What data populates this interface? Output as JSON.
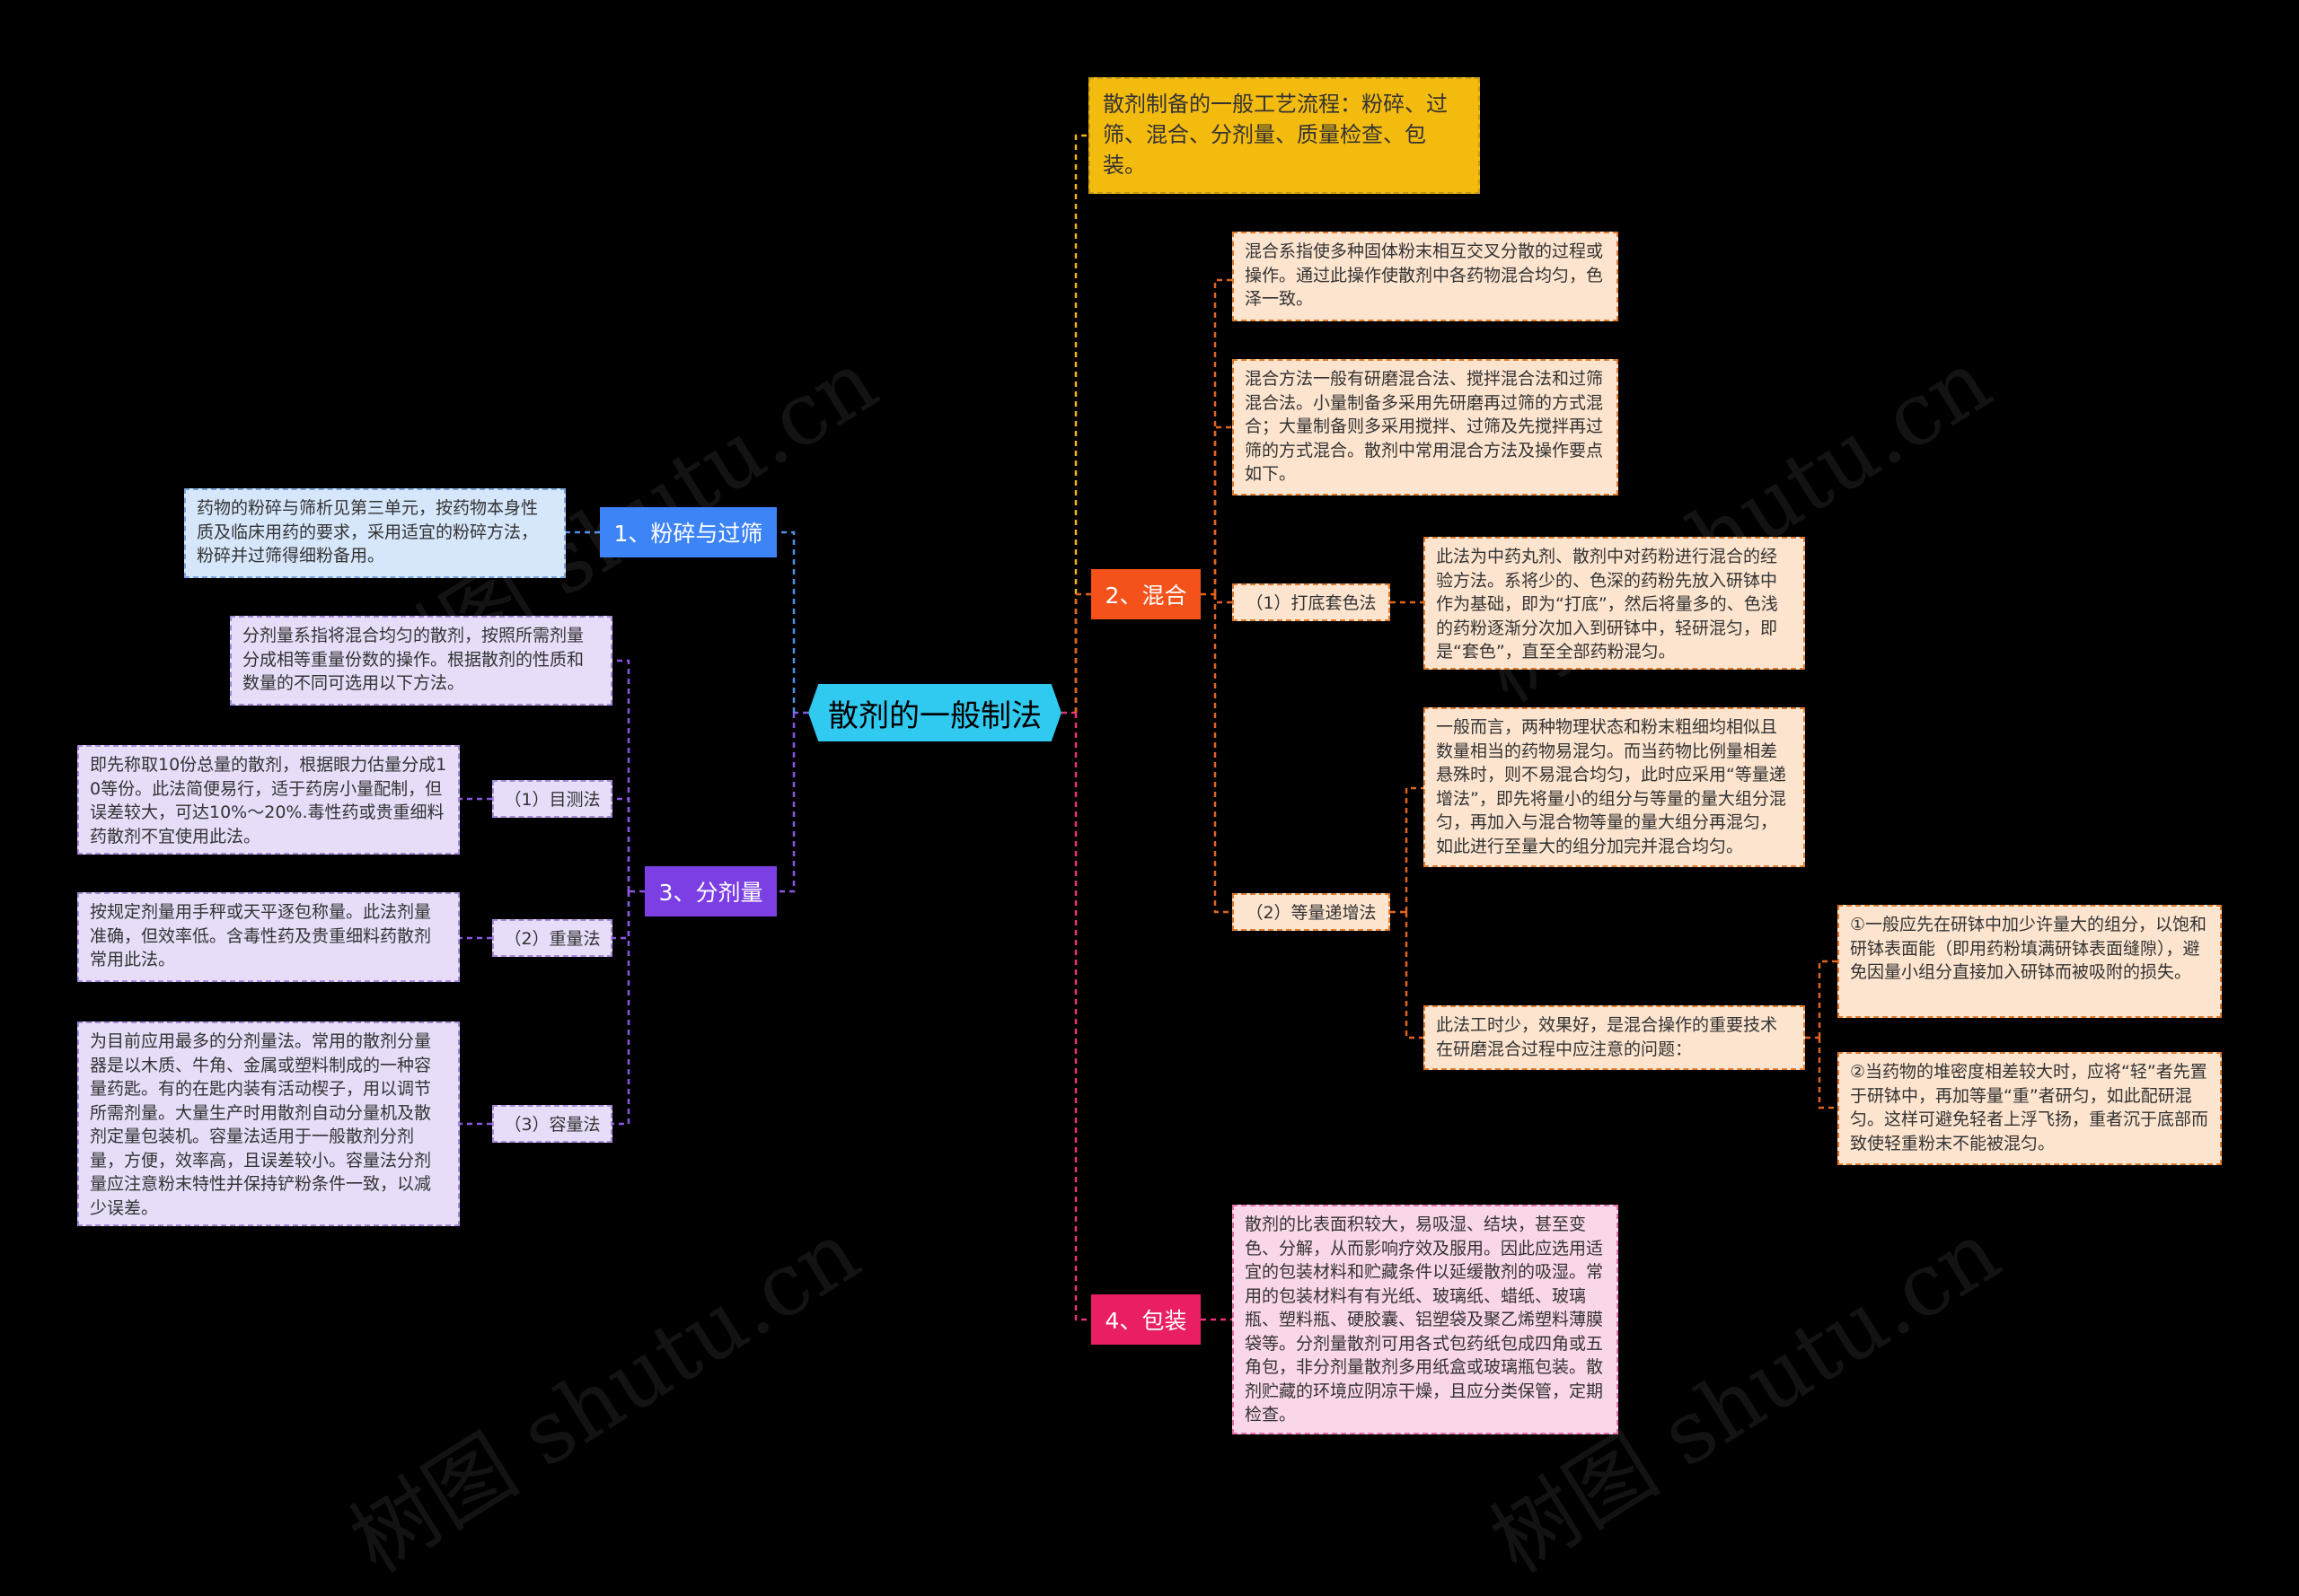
{
  "root": {
    "label": "散剂的一般制法"
  },
  "intro": {
    "text": "散剂制备的一般工艺流程：粉碎、过筛、混合、分剂量、质量检查、包装。"
  },
  "branches": {
    "b1": {
      "label": "1、粉碎与过筛",
      "detail": "药物的粉碎与筛析见第三单元，按药物本身性质及临床用药的要求，采用适宜的粉碎方法，粉碎并过筛得细粉备用。"
    },
    "b2": {
      "label": "2、混合",
      "def": "混合系指使多种固体粉末相互交叉分散的过程或操作。通过此操作使散剂中各药物混合均匀，色泽一致。",
      "methods": "混合方法一般有研磨混合法、搅拌混合法和过筛混合法。小量制备多采用先研磨再过筛的方式混合；大量制备则多采用搅拌、过筛及先搅拌再过筛的方式混合。散剂中常用混合方法及操作要点如下。",
      "m1": {
        "label": "（1）打底套色法",
        "detail": "此法为中药丸剂、散剂中对药粉进行混合的经验方法。系将少的、色深的药粉先放入研钵中作为基础，即为“打底”，然后将量多的、色浅的药粉逐渐分次加入到研钵中，轻研混匀，即是“套色”，直至全部药粉混匀。"
      },
      "m2": {
        "label": "（2）等量递增法",
        "detail": "一般而言，两种物理状态和粉末粗细均相似且数量相当的药物易混匀。而当药物比例量相差悬殊时，则不易混合均匀，此时应采用“等量递增法”，即先将量小的组分与等量的量大组分混匀，再加入与混合物等量的量大组分再混匀，如此进行至量大的组分加完并混合均匀。",
        "issues": "此法工时少，效果好，是混合操作的重要技术在研磨混合过程中应注意的问题：",
        "i1": "①一般应先在研钵中加少许量大的组分，以饱和研钵表面能（即用药粉填满研钵表面缝隙），避免因量小组分直接加入研钵而被吸附的损失。",
        "i2": "②当药物的堆密度相差较大时，应将“轻”者先置于研钵中，再加等量“重”者研匀，如此配研混匀。这样可避免轻者上浮飞扬，重者沉于底部而致使轻重粉末不能被混匀。"
      }
    },
    "b3": {
      "label": "3、分剂量",
      "def": "分剂量系指将混合均匀的散剂，按照所需剂量分成相等重量份数的操作。根据散剂的性质和数量的不同可选用以下方法。",
      "s1": {
        "label": "（1）目测法",
        "detail": "即先称取10份总量的散剂，根据眼力估量分成10等份。此法简便易行，适于药房小量配制，但误差较大，可达10%～20%.毒性药或贵重细料药散剂不宜使用此法。"
      },
      "s2": {
        "label": "（2）重量法",
        "detail": "按规定剂量用手秤或天平逐包称量。此法剂量准确，但效率低。含毒性药及贵重细料药散剂常用此法。"
      },
      "s3": {
        "label": "（3）容量法",
        "detail": "为目前应用最多的分剂量法。常用的散剂分量器是以木质、牛角、金属或塑料制成的一种容量药匙。有的在匙内装有活动楔子，用以调节所需剂量。大量生产时用散剂自动分量机及散剂定量包装机。容量法适用于一般散剂分剂量，方便，效率高，且误差较小。容量法分剂量应注意粉末特性并保持铲粉条件一致，以减少误差。"
      }
    },
    "b4": {
      "label": "4、包装",
      "detail": "散剂的比表面积较大，易吸湿、结块，甚至变色、分解，从而影响疗效及服用。因此应选用适宜的包装材料和贮藏条件以延缓散剂的吸湿。常用的包装材料有有光纸、玻璃纸、蜡纸、玻璃瓶、塑料瓶、硬胶囊、铝塑袋及聚乙烯塑料薄膜袋等。分剂量散剂可用各式包药纸包成四角或五角包，非分剂量散剂多用纸盒或玻璃瓶包装。散剂贮藏的环境应阴凉干燥，且应分类保管，定期检查。"
    }
  },
  "watermark": "树图 shutu.cn",
  "colors": {
    "root": "#30c9ef",
    "intro": "#f4bb0f",
    "b1": "#3d84f7",
    "b2": "#f5511b",
    "b3": "#7b3fe4",
    "b4": "#ea1e63",
    "b1_link": "#4f8fe8",
    "b2_link": "#e0641f",
    "b3_link": "#8a56e0",
    "b4_link": "#e8337a"
  }
}
